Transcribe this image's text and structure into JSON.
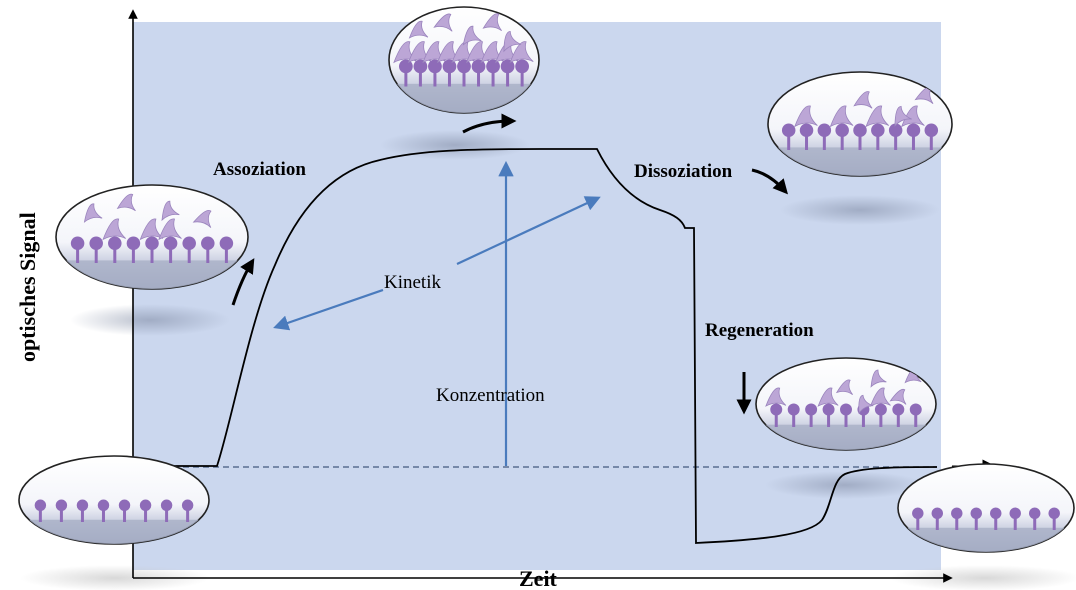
{
  "labels": {
    "y_axis": "optisches Signal",
    "x_axis": "Zeit",
    "association": "Assoziation",
    "dissociation": "Dissoziation",
    "regeneration": "Regeneration",
    "kinetics": "Kinetik",
    "concentration": "Konzentration"
  },
  "colors": {
    "panel_background": "#cbd7ee",
    "arrow_blue": "#4a7bbd",
    "curve": "#000000",
    "baseline_dashed": "#5a6f90",
    "receptor": "#8e6bb8",
    "analyte": "#bca6d6"
  },
  "illustrations": {
    "baseline_start": "receptor-surface-empty",
    "association_phase": "receptor-surface-binding",
    "equilibrium_phase": "receptor-surface-saturated",
    "dissociation_phase": "receptor-surface-releasing",
    "regeneration_phase": "receptor-surface-regenerating",
    "baseline_end": "receptor-surface-empty"
  }
}
